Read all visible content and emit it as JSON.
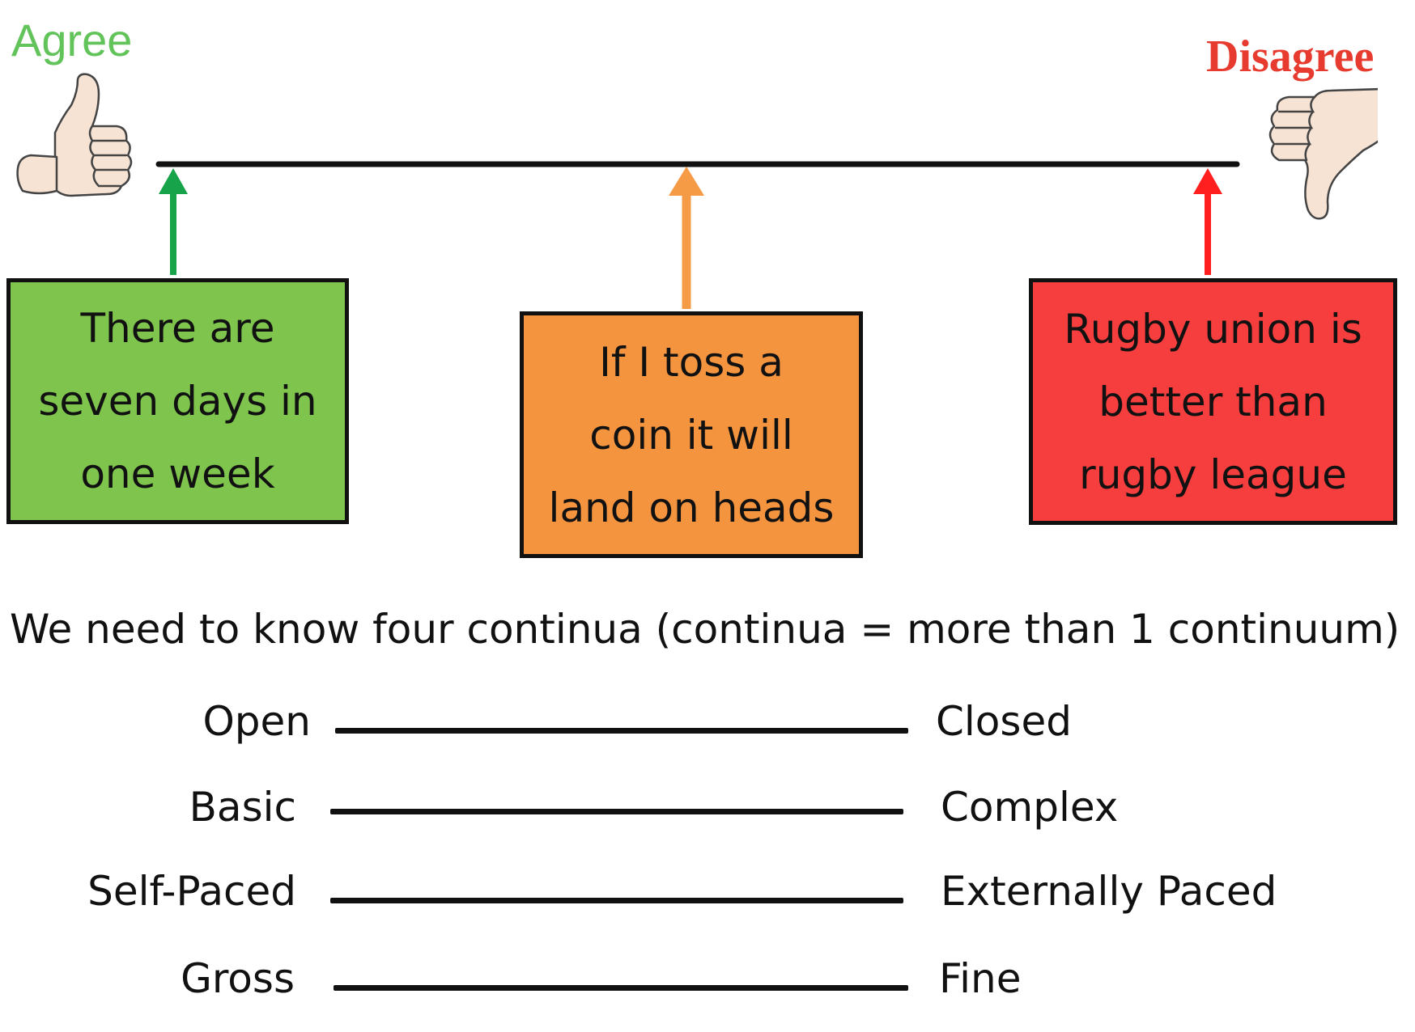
{
  "scale": {
    "agree_label": "Agree",
    "disagree_label": "Disagree",
    "agree_icon": "thumbs-up-icon",
    "disagree_icon": "thumbs-down-icon"
  },
  "statements": [
    {
      "text": "There are\nseven days in\none week",
      "color": "#7ec44d",
      "arrow_color": "#16a34a"
    },
    {
      "text": "If I toss a\ncoin it will\nland on heads",
      "color": "#f4943f",
      "arrow_color": "#f59a45"
    },
    {
      "text": "Rugby union is\nbetter than\nrugby league",
      "color": "#f73e3f",
      "arrow_color": "#ff1f1f"
    }
  ],
  "intro": "We need to know four continua (continua = more than 1 continuum)",
  "continua": [
    {
      "left": "Open",
      "right": "Closed"
    },
    {
      "left": "Basic",
      "right": "Complex"
    },
    {
      "left": "Self-Paced",
      "right": "Externally Paced"
    },
    {
      "left": "Gross",
      "right": "Fine"
    }
  ]
}
